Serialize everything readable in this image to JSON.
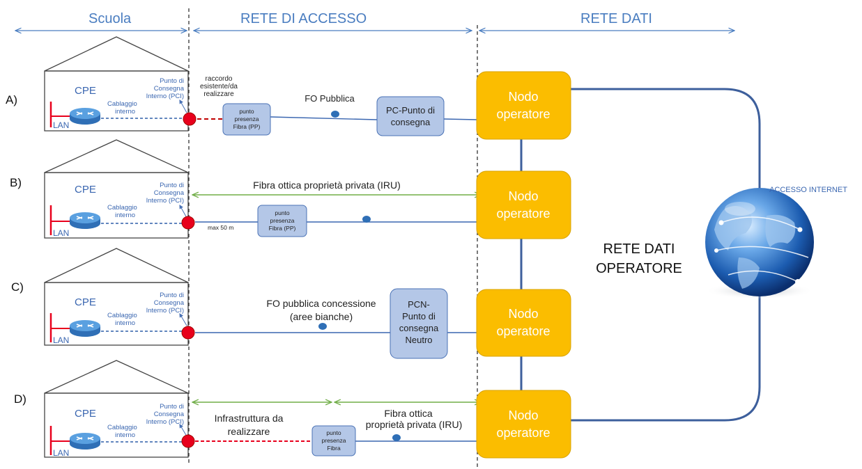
{
  "headers": {
    "scuola": "Scuola",
    "rete_accesso": "RETE DI ACCESSO",
    "rete_dati": "RETE DATI"
  },
  "common": {
    "cpe": "CPE",
    "lan": "LAN",
    "cablaggio_1": "Cablaggio",
    "cablaggio_2": "interno",
    "pci_1": "Punto di",
    "pci_2": "Consegna",
    "pci_3": "Interno (PCI)",
    "nodo_1": "Nodo",
    "nodo_2": "operatore"
  },
  "rows": {
    "a": {
      "label": "A)",
      "raccordo_1": "raccordo",
      "raccordo_2": "esistente/da",
      "raccordo_3": "realizzare",
      "pp_1": "punto",
      "pp_2": "presenza",
      "pp_3": "Fibra (PP)",
      "fo": "FO Pubblica",
      "pc_1": "PC-Punto di",
      "pc_2": "consegna"
    },
    "b": {
      "label": "B)",
      "iru": "Fibra ottica proprietà privata (IRU)",
      "max": "max 50 m",
      "pp_1": "punto",
      "pp_2": "presenza",
      "pp_3": "Fibra (PP)"
    },
    "c": {
      "label": "C)",
      "fo_1": "FO pubblica concessione",
      "fo_2": "(aree bianche)",
      "pcn_1": "PCN-",
      "pcn_2": "Punto di",
      "pcn_3": "consegna",
      "pcn_4": "Neutro"
    },
    "d": {
      "label": "D)",
      "infra_1": "Infrastruttura da",
      "infra_2": "realizzare",
      "pp_1": "punto",
      "pp_2": "presenza",
      "pp_3": "Fibra",
      "iru_1": "Fibra ottica",
      "iru_2": "proprietà privata (IRU)"
    }
  },
  "network": {
    "rete_1": "RETE DATI",
    "rete_2": "OPERATORE",
    "internet": "ACCESSO INTERNET"
  },
  "colors": {
    "blue_line": "#3d5f9c",
    "node_fill": "#fbbd00",
    "red": "#e8001c",
    "box_fill": "#b4c7e7",
    "green": "#70ad47",
    "header_blue": "#4a7dc0"
  }
}
